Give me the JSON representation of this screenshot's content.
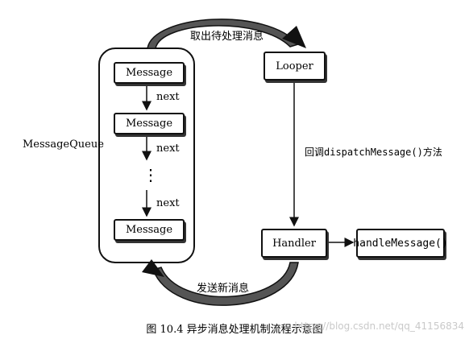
{
  "diagram": {
    "queue_label": "MessageQueue",
    "queue_messages": [
      "Message",
      "Message",
      "Message"
    ],
    "next_labels": [
      "next",
      "next",
      "next"
    ],
    "ellipsis": "⋮",
    "looper_label": "Looper",
    "handler_label": "Handler",
    "handle_message_label": "handleMessage()",
    "fetch_label": "取出待处理消息",
    "dispatch_label": "回调dispatchMessage()方法",
    "send_label": "发送新消息"
  },
  "caption": "图 10.4   异步消息处理机制流程示意图",
  "watermark": "https://blog.csdn.net/qq_41156834"
}
